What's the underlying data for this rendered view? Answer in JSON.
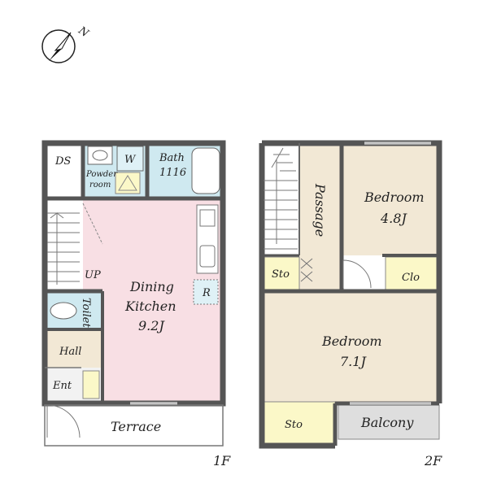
{
  "compass": {
    "north_label": "N"
  },
  "floor1": {
    "floor_label": "1F",
    "rooms": {
      "ds": "DS",
      "washer": "W",
      "powder": [
        "Powder",
        "room"
      ],
      "bath": [
        "Bath",
        "1116"
      ],
      "up": "UP",
      "dining_kitchen": [
        "Dining",
        "Kitchen",
        "9.2J"
      ],
      "fridge": "R",
      "toilet": "Toilet",
      "hall": "Hall",
      "entrance": "Ent",
      "terrace": "Terrace"
    }
  },
  "floor2": {
    "floor_label": "2F",
    "rooms": {
      "passage": "Passage",
      "bedroom_a": [
        "Bedroom",
        "4.8J"
      ],
      "storage_a": "Sto",
      "closet": "Clo",
      "bedroom_b": [
        "Bedroom",
        "7.1J"
      ],
      "storage_b": "Sto",
      "balcony": "Balcony"
    }
  },
  "colors": {
    "wet_area": "#cfe9f0",
    "kitchen": "#f8dfe4",
    "bedroom": "#f2e8d5",
    "storage": "#fbf8c8",
    "balcony": "#dedede",
    "wall": "#555555"
  }
}
